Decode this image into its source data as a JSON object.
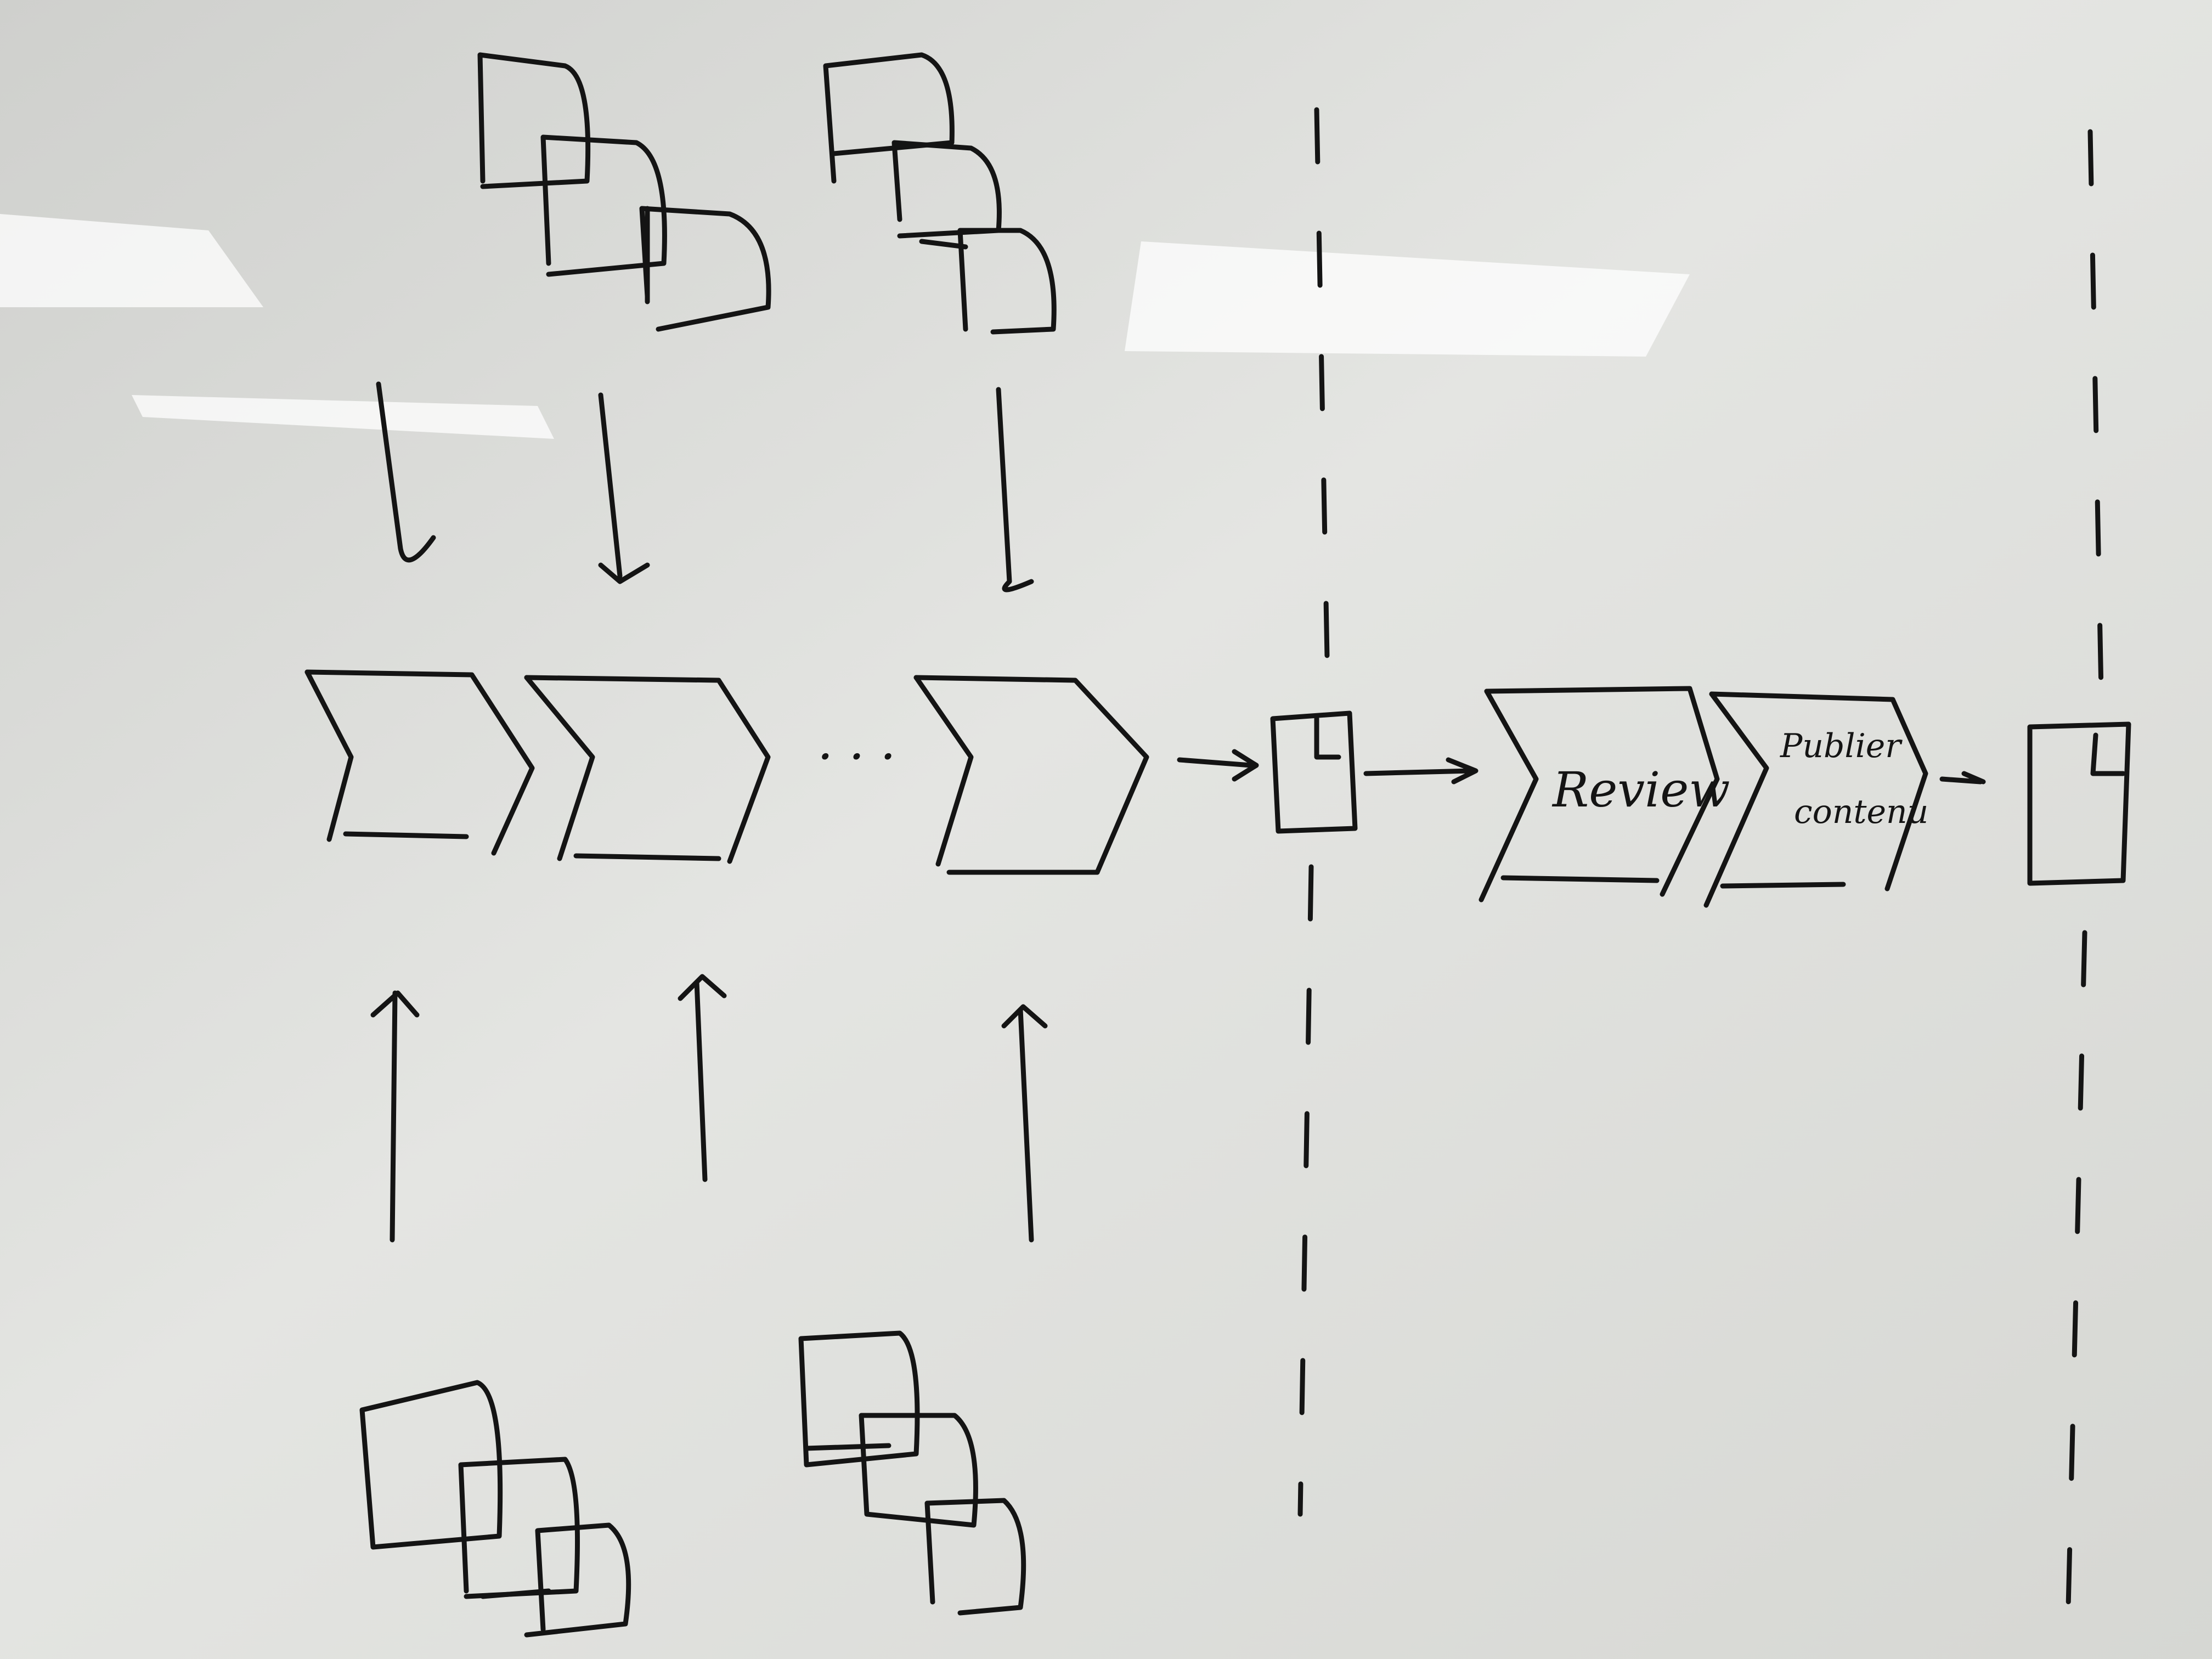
{
  "board": {
    "background": "#d8d9d6",
    "ink_color": "#141414"
  },
  "process_steps": {
    "review_label": "Review",
    "publish_label_line1": "Publier",
    "publish_label_line2": "contenu"
  },
  "ellipsis": "· · ·"
}
